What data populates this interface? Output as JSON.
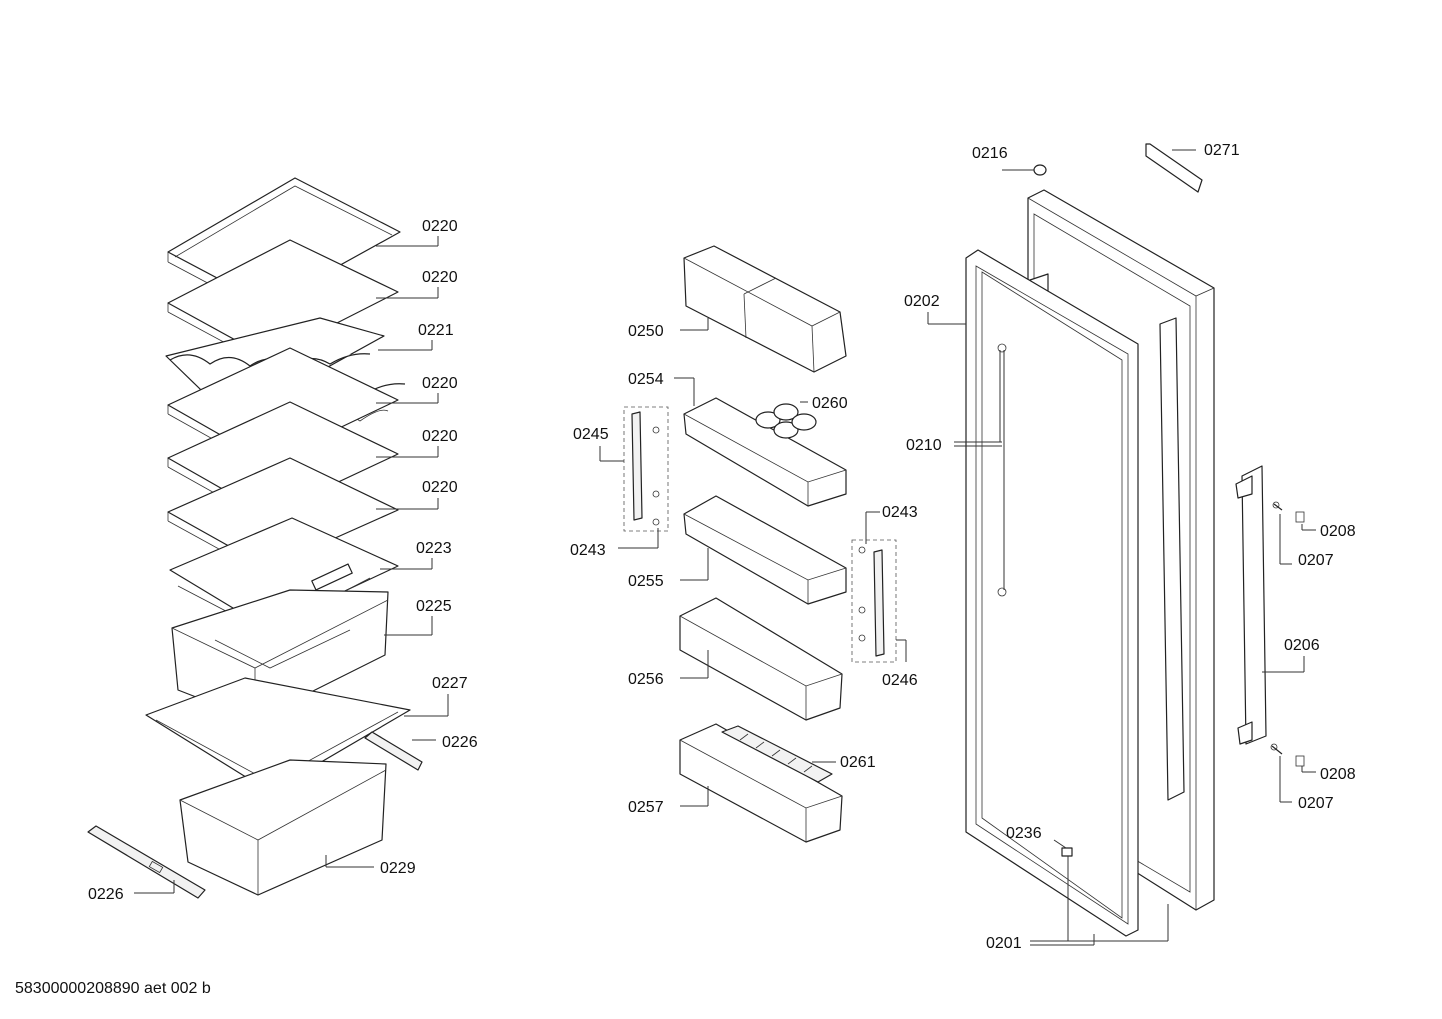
{
  "document_code": "58300000208890 aet 002 b",
  "callouts": {
    "c0220a": "0220",
    "c0220b": "0220",
    "c0221": "0221",
    "c0220c": "0220",
    "c0220d": "0220",
    "c0220e": "0220",
    "c0223": "0223",
    "c0225": "0225",
    "c0227": "0227",
    "c0226a": "0226",
    "c0229": "0229",
    "c0226b": "0226",
    "c0250": "0250",
    "c0254": "0254",
    "c0260": "0260",
    "c0245": "0245",
    "c0243a": "0243",
    "c0255": "0255",
    "c0243b": "0243",
    "c0256": "0256",
    "c0246": "0246",
    "c0261": "0261",
    "c0257": "0257",
    "c0216": "0216",
    "c0271": "0271",
    "c0202": "0202",
    "c0210": "0210",
    "c0208a": "0208",
    "c0207a": "0207",
    "c0206": "0206",
    "c0208b": "0208",
    "c0207b": "0207",
    "c0236": "0236",
    "c0201": "0201"
  }
}
